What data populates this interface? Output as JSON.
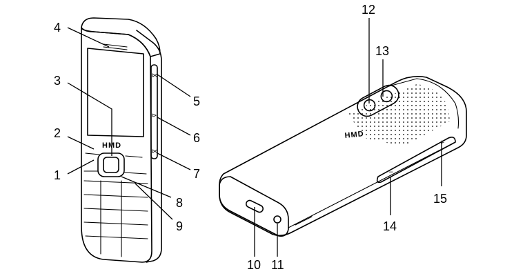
{
  "front_view": {
    "brand": "HMD",
    "side_glyph_1": "⋈",
    "side_glyph_2": "⊳",
    "side_glyph_3": "⋈"
  },
  "back_view": {
    "brand": "HMD",
    "plus_sign": "+",
    "minus_sign": "−"
  },
  "callouts": [
    {
      "id": "1",
      "label": "1"
    },
    {
      "id": "2",
      "label": "2"
    },
    {
      "id": "3",
      "label": "3"
    },
    {
      "id": "4",
      "label": "4"
    },
    {
      "id": "5",
      "label": "5"
    },
    {
      "id": "6",
      "label": "6"
    },
    {
      "id": "7",
      "label": "7"
    },
    {
      "id": "8",
      "label": "8"
    },
    {
      "id": "9",
      "label": "9"
    },
    {
      "id": "10",
      "label": "10"
    },
    {
      "id": "11",
      "label": "11"
    },
    {
      "id": "12",
      "label": "12"
    },
    {
      "id": "13",
      "label": "13"
    },
    {
      "id": "14",
      "label": "14"
    },
    {
      "id": "15",
      "label": "15"
    }
  ]
}
